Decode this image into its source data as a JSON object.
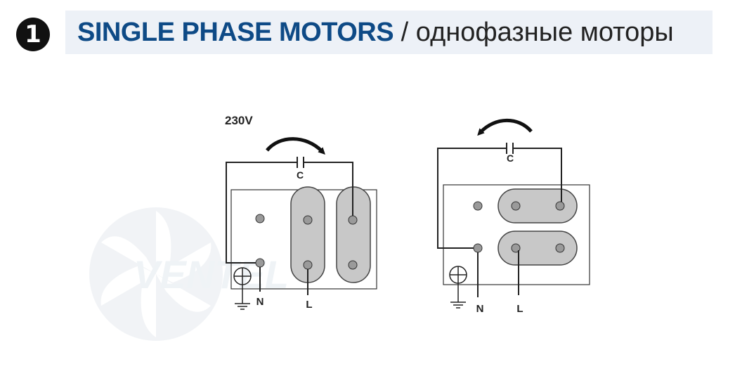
{
  "header": {
    "number": "1",
    "title_en": "SINGLE PHASE MOTORS",
    "separator": "/",
    "title_ru": "однофазные моторы"
  },
  "diagram_left": {
    "voltage": "230V",
    "capacitor": "C",
    "neutral": "N",
    "line": "L"
  },
  "diagram_right": {
    "capacitor": "C",
    "neutral": "N",
    "line": "L"
  },
  "colors": {
    "title_blue": "#0e4a86",
    "header_bg": "#edf1f7",
    "terminal_fill": "#c8c8c8",
    "wire": "#222222"
  }
}
